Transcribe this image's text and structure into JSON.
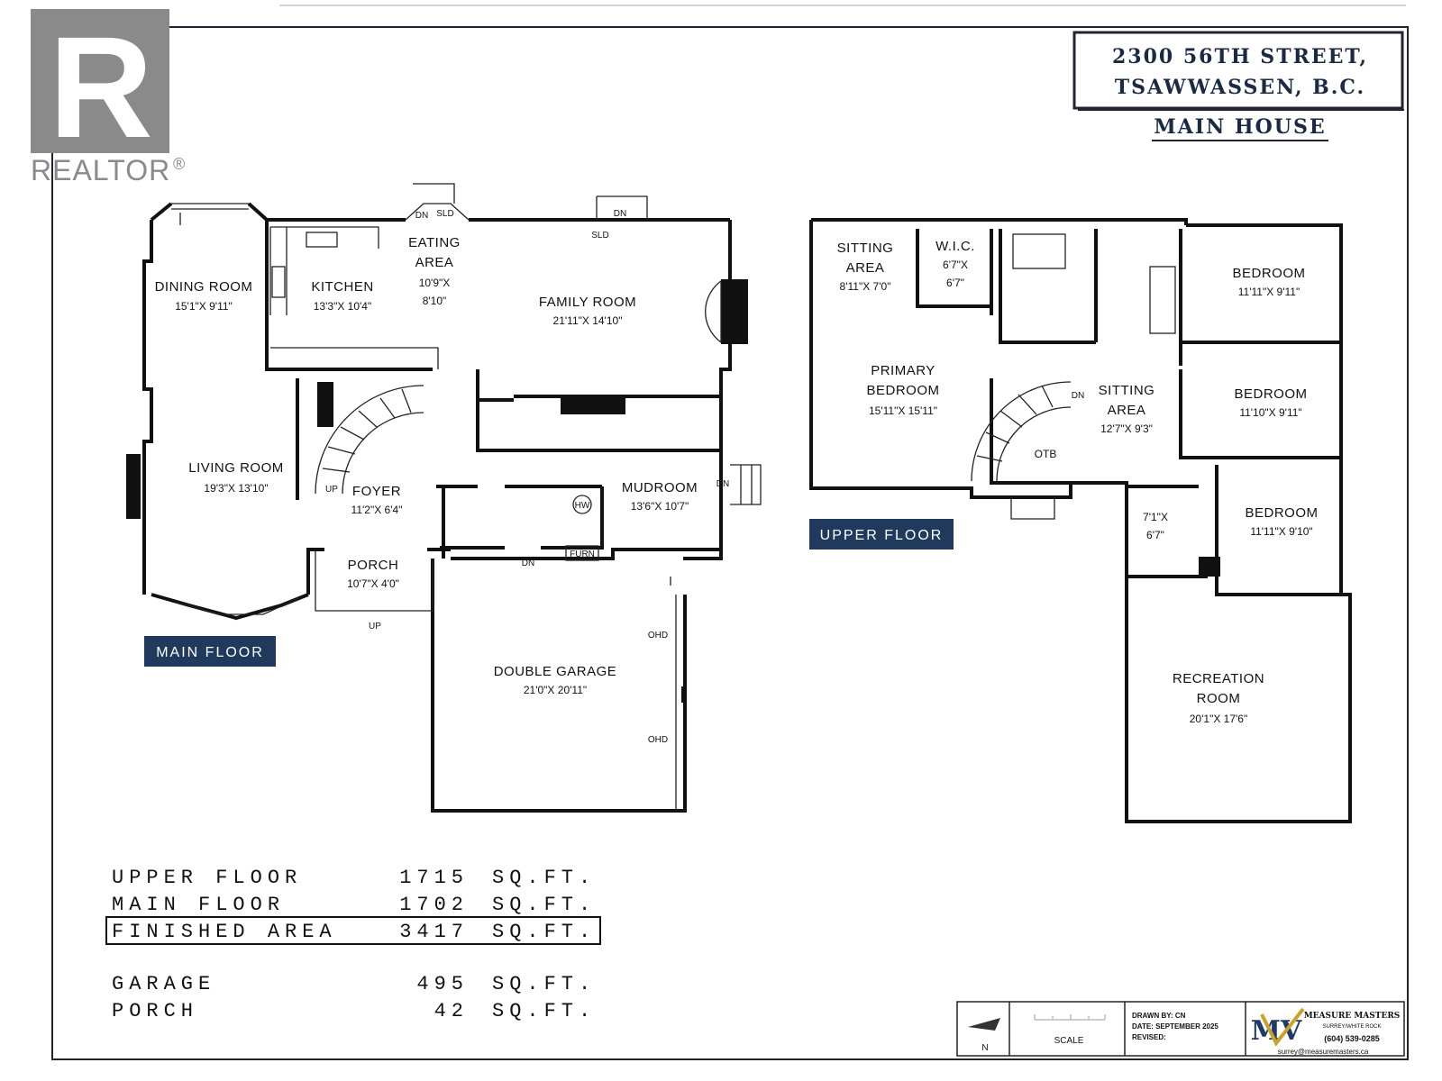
{
  "brand": {
    "logo_letter": "R",
    "name": "REALTOR",
    "mark": "®"
  },
  "header": {
    "address_line1": "2300 56TH STREET,",
    "address_line2": "TSAWWASSEN, B.C.",
    "subtitle": "MAIN HOUSE"
  },
  "tags": {
    "main_floor": "MAIN FLOOR",
    "upper_floor": "UPPER FLOOR"
  },
  "main_floor_rooms": [
    {
      "name": "DINING ROOM",
      "size": "15'1\"X 9'11\""
    },
    {
      "name": "KITCHEN",
      "size": "13'3\"X 10'4\""
    },
    {
      "name": "EATING",
      "name2": "AREA",
      "size": "10'9\"X",
      "size2": "8'10\""
    },
    {
      "name": "FAMILY ROOM",
      "size": "21'11\"X 14'10\""
    },
    {
      "name": "LIVING ROOM",
      "size": "19'3\"X 13'10\""
    },
    {
      "name": "FOYER",
      "size": "11'2\"X 6'4\""
    },
    {
      "name": "PORCH",
      "size": "10'7\"X 4'0\""
    },
    {
      "name": "MUDROOM",
      "size": "13'6\"X 10'7\""
    },
    {
      "name": "DOUBLE GARAGE",
      "size": "21'0\"X 20'11\""
    }
  ],
  "upper_floor_rooms": [
    {
      "name": "SITTING",
      "name2": "AREA",
      "size": "8'11\"X 7'0\""
    },
    {
      "name": "W.I.C.",
      "size": "6'7\"X",
      "size2": "6'7\""
    },
    {
      "name": "BEDROOM",
      "size": "11'11\"X 9'11\""
    },
    {
      "name": "PRIMARY",
      "name2": "BEDROOM",
      "size": "15'11\"X 15'11\""
    },
    {
      "name": "SITTING",
      "name2": "AREA",
      "size": "12'7\"X 9'3\""
    },
    {
      "name": "BEDROOM",
      "size": "11'10\"X 9'11\""
    },
    {
      "name": "BEDROOM",
      "size": "11'11\"X 9'10\""
    },
    {
      "name": "",
      "size": "7'1\"X",
      "size2": "6'7\""
    },
    {
      "name": "RECREATION",
      "name2": "ROOM",
      "size": "20'1\"X 17'6\""
    }
  ],
  "markers": {
    "dn": "DN",
    "up": "UP",
    "sld": "SLD",
    "ohd": "OHD",
    "hw": "HW",
    "furn": "FURN",
    "otb": "OTB"
  },
  "areas": [
    {
      "label": "UPPER FLOOR",
      "value": "1715",
      "unit": "SQ.FT."
    },
    {
      "label": "MAIN FLOOR",
      "value": "1702",
      "unit": "SQ.FT."
    },
    {
      "label": "FINISHED AREA",
      "value": "3417",
      "unit": "SQ.FT."
    },
    {
      "label": "GARAGE",
      "value": "495",
      "unit": "SQ.FT."
    },
    {
      "label": "PORCH",
      "value": "42",
      "unit": "SQ.FT."
    }
  ],
  "footer": {
    "north": "N",
    "scale": "SCALE",
    "drawn_by": "DRAWN BY: CN",
    "date": "DATE: SEPTEMBER 2025",
    "revised": "REVISED:",
    "company_mark": "MV",
    "company": "MEASURE MASTERS",
    "company_sub": "SURREY/WHITE ROCK",
    "phone": "(604) 539-0285",
    "email": "surrey@measuremasters.ca"
  },
  "colors": {
    "tag_bg": "#1f3a5c",
    "address_text": "#1a2a44",
    "logo_grey": "#8a8a8a",
    "mv_gold": "#c9a227",
    "mv_blue": "#1f3a6e"
  }
}
